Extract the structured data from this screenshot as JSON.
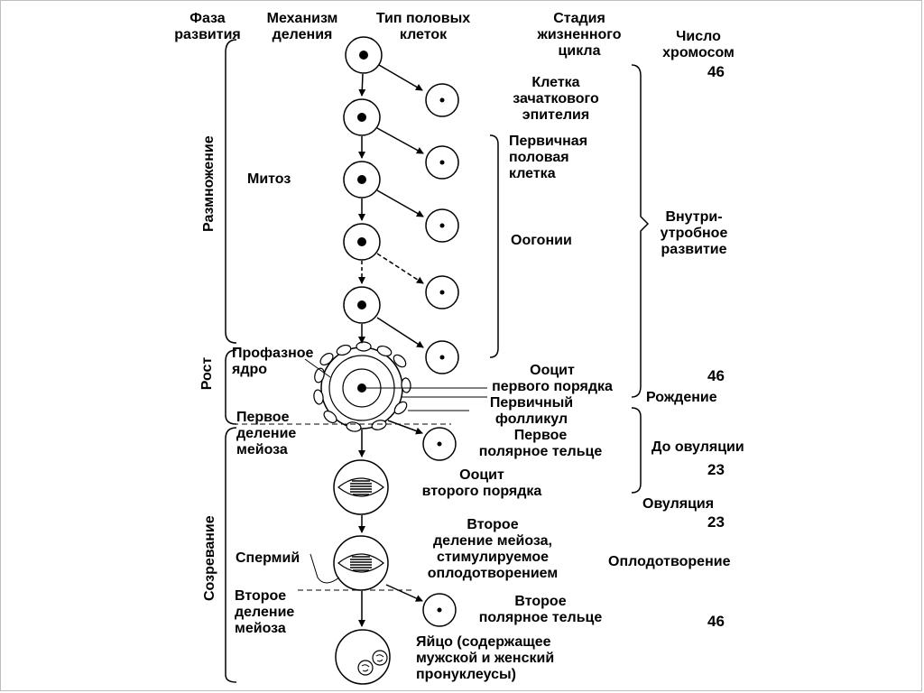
{
  "headers": {
    "phase": "Фаза\nразвития",
    "mechanism": "Механизм\nделения",
    "cell_type": "Тип половых\nклеток",
    "stage": "Стадия\nжизненного\nцикла",
    "chromosomes": "Число\nхромосом"
  },
  "phases": {
    "reproduction": "Размножение",
    "growth": "Рост",
    "maturation": "Созревание"
  },
  "mechanisms": {
    "mitosis": "Митоз",
    "prophase_nucleus": "Профазное\nядро",
    "first_meiotic_division": "Первое\nделение\nмейоза",
    "sperm": "Спермий",
    "second_meiotic_division": "Второе\nделение\nмейоза"
  },
  "cells": {
    "germinal_epithelium": "Клетка\nзачаткового\nэпителия",
    "primordial_germ_cell": "Первичная\nполовая\nклетка",
    "oogonia": "Оогонии",
    "primary_oocyte": "Ооцит\nпервого порядка",
    "primary_follicle": "Первичный\nфолликул",
    "first_polar_body": "Первое\nполярное тельце",
    "secondary_oocyte": "Ооцит\nвторого порядка",
    "second_meiotic_division_stimulated": "Второе\nделение мейоза,\nстимулируемое\nоплодотворением",
    "second_polar_body": "Второе\nполярное тельце",
    "egg": "Яйцо (содержащее\nмужской и женский\nпронуклеусы)"
  },
  "stages": {
    "intrauterine": "Внутри-\nутробное\nразвитие",
    "birth": "Рождение",
    "before_ovulation": "До овуляции",
    "ovulation": "Овуляция",
    "fertilization": "Оплодотворение"
  },
  "chromosome_counts": {
    "start": "46",
    "birth": "46",
    "before_ovulation": "23",
    "ovulation": "23",
    "fertilization": "46"
  }
}
